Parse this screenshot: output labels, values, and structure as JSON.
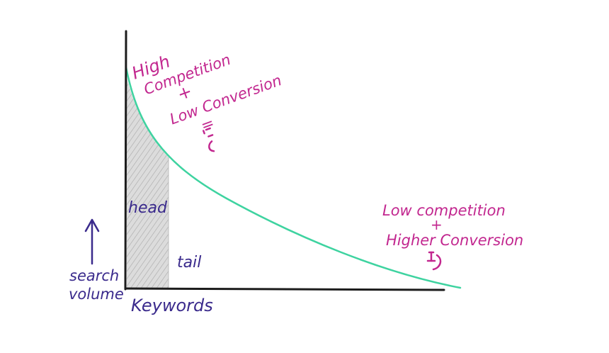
{
  "colors": {
    "axis": "#1c1c1c",
    "curve": "#3ed3a0",
    "head_fill": "#d9d9d9",
    "annotation": "#c2278f",
    "label": "#3a2a8c"
  },
  "labels": {
    "head": "head",
    "tail": "tail",
    "x_axis": "Keywords",
    "y_axis_line1": "search",
    "y_axis_line2": "volume"
  },
  "annotations": {
    "high": {
      "line1": "High",
      "line2": "Competition",
      "plus": "+",
      "line3": "Low Conversion",
      "equals": "=",
      "face": "sad-face-icon"
    },
    "low": {
      "line1": "Low competition",
      "plus": "+",
      "line2": "Higher Conversion",
      "face": "happy-face-icon"
    }
  },
  "icons": {
    "y_arrow": "up-arrow-icon"
  }
}
